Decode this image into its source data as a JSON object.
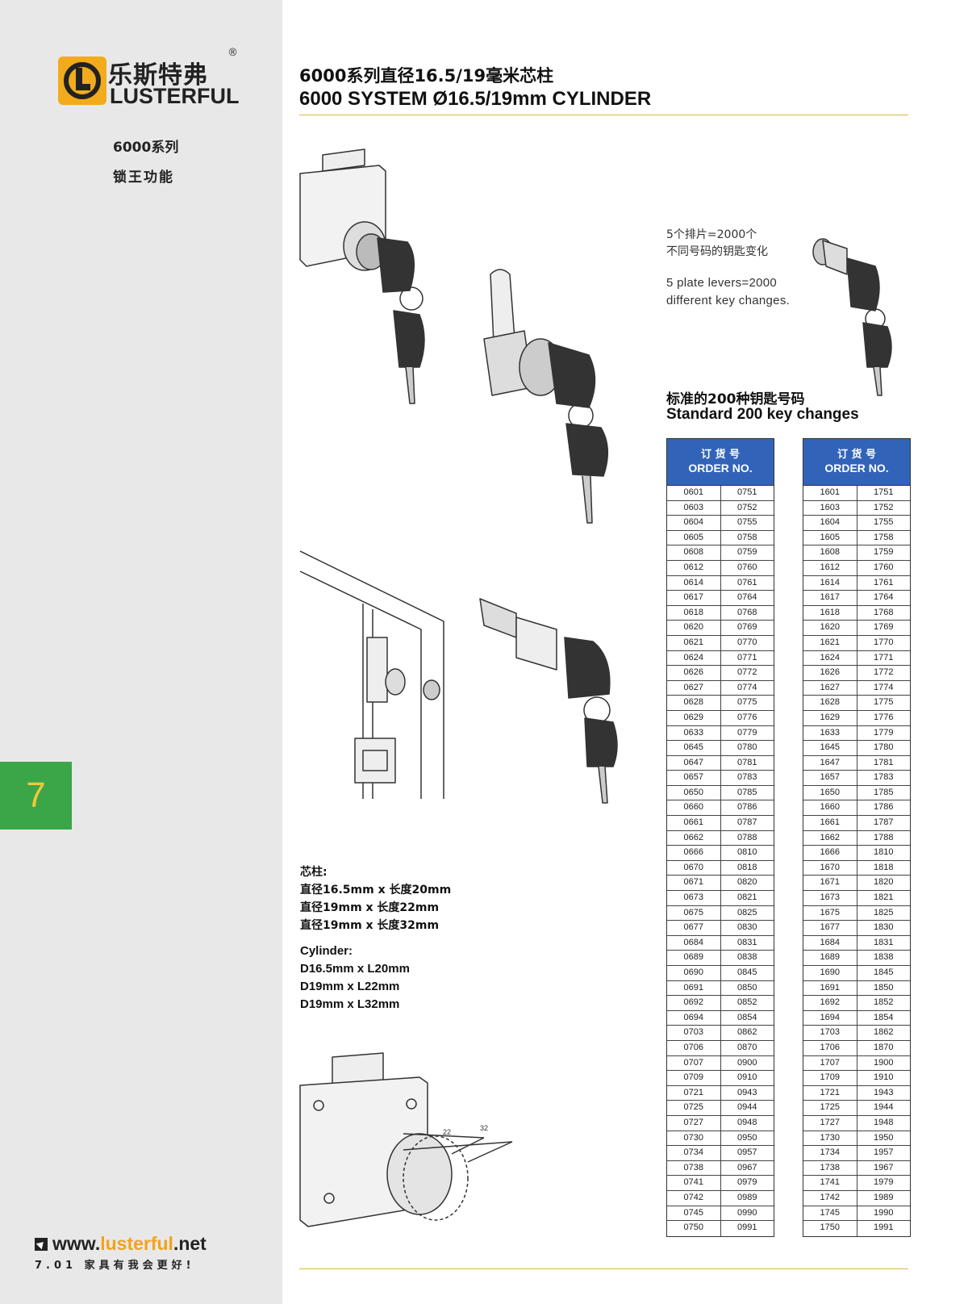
{
  "brand": {
    "name_cn": "乐斯特弗",
    "name_en": "LUSTERFUL",
    "registered_mark": "®"
  },
  "sidebar": {
    "series_line1": "6000系列",
    "series_line2": "锁王功能",
    "chapter": "7"
  },
  "footer": {
    "web_prefix": "www.",
    "web_brand": "lusterful",
    "web_suffix": ".net",
    "page_line": "7.01 家具有我会更好!"
  },
  "header": {
    "title_cn": "6000系列直径16.5/19毫米芯柱",
    "title_en": "6000 SYSTEM Ø16.5/19mm CYLINDER"
  },
  "levers": {
    "cn_line1": "5个排片=2000个",
    "cn_line2": "不同号码的钥匙变化",
    "en_line1": "5 plate levers=2000",
    "en_line2": "different key changes."
  },
  "standard": {
    "cn": "标准的200种钥匙号码",
    "en": "Standard  200 key changes"
  },
  "cylinder": {
    "cn_title": "芯柱:",
    "cn_lines": [
      "直径16.5mm x 长度20mm",
      "直径19mm x 长度22mm",
      "直径19mm x 长度32mm"
    ],
    "en_title": "Cylinder:",
    "en_lines": [
      "D16.5mm x L20mm",
      "D19mm x L22mm",
      "D19mm x L32mm"
    ]
  },
  "drawing_labels": {
    "dim_a": "22",
    "dim_b": "32"
  },
  "table_header": {
    "cn": "订 货 号",
    "en": "ORDER NO."
  },
  "table_left": {
    "col1": [
      "0601",
      "0603",
      "0604",
      "0605",
      "0608",
      "0612",
      "0614",
      "0617",
      "0618",
      "0620",
      "0621",
      "0624",
      "0626",
      "0627",
      "0628",
      "0629",
      "0633",
      "0645",
      "0647",
      "0657",
      "0650",
      "0660",
      "0661",
      "0662",
      "0666",
      "0670",
      "0671",
      "0673",
      "0675",
      "0677",
      "0684",
      "0689",
      "0690",
      "0691",
      "0692",
      "0694",
      "0703",
      "0706",
      "0707",
      "0709",
      "0721",
      "0725",
      "0727",
      "0730",
      "0734",
      "0738",
      "0741",
      "0742",
      "0745",
      "0750"
    ],
    "col2": [
      "0751",
      "0752",
      "0755",
      "0758",
      "0759",
      "0760",
      "0761",
      "0764",
      "0768",
      "0769",
      "0770",
      "0771",
      "0772",
      "0774",
      "0775",
      "0776",
      "0779",
      "0780",
      "0781",
      "0783",
      "0785",
      "0786",
      "0787",
      "0788",
      "0810",
      "0818",
      "0820",
      "0821",
      "0825",
      "0830",
      "0831",
      "0838",
      "0845",
      "0850",
      "0852",
      "0854",
      "0862",
      "0870",
      "0900",
      "0910",
      "0943",
      "0944",
      "0948",
      "0950",
      "0957",
      "0967",
      "0979",
      "0989",
      "0990",
      "0991"
    ]
  },
  "table_right": {
    "col1": [
      "1601",
      "1603",
      "1604",
      "1605",
      "1608",
      "1612",
      "1614",
      "1617",
      "1618",
      "1620",
      "1621",
      "1624",
      "1626",
      "1627",
      "1628",
      "1629",
      "1633",
      "1645",
      "1647",
      "1657",
      "1650",
      "1660",
      "1661",
      "1662",
      "1666",
      "1670",
      "1671",
      "1673",
      "1675",
      "1677",
      "1684",
      "1689",
      "1690",
      "1691",
      "1692",
      "1694",
      "1703",
      "1706",
      "1707",
      "1709",
      "1721",
      "1725",
      "1727",
      "1730",
      "1734",
      "1738",
      "1741",
      "1742",
      "1745",
      "1750"
    ],
    "col2": [
      "1751",
      "1752",
      "1755",
      "1758",
      "1759",
      "1760",
      "1761",
      "1764",
      "1768",
      "1769",
      "1770",
      "1771",
      "1772",
      "1774",
      "1775",
      "1776",
      "1779",
      "1780",
      "1781",
      "1783",
      "1785",
      "1786",
      "1787",
      "1788",
      "1810",
      "1818",
      "1820",
      "1821",
      "1825",
      "1830",
      "1831",
      "1838",
      "1845",
      "1850",
      "1852",
      "1854",
      "1862",
      "1870",
      "1900",
      "1910",
      "1943",
      "1944",
      "1948",
      "1950",
      "1957",
      "1967",
      "1979",
      "1989",
      "1990",
      "1991"
    ]
  },
  "colors": {
    "brand_orange": "#f2ab1c",
    "tab_green": "#3aa648",
    "table_blue": "#3164b8",
    "rule_gold": "#e2b43c"
  }
}
